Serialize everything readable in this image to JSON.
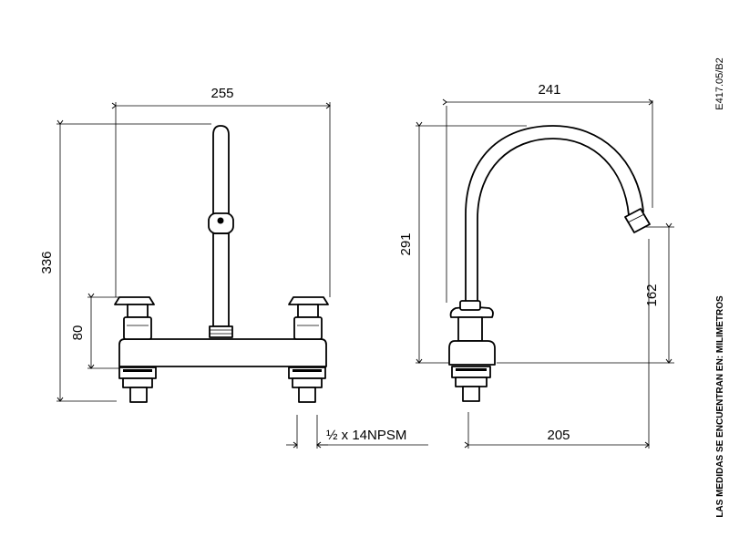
{
  "drawing": {
    "code": "E417.05/B2",
    "note": "LAS MEDIDAS SE ENCUENTRAN EN: MILIMETROS"
  },
  "front_view": {
    "width_label": "255",
    "height_label": "336",
    "handle_height_label": "80",
    "thread_label": "½ x 14NPSM"
  },
  "side_view": {
    "reach_label": "241",
    "height_label": "291",
    "spout_height_label": "162",
    "depth_label": "205"
  }
}
